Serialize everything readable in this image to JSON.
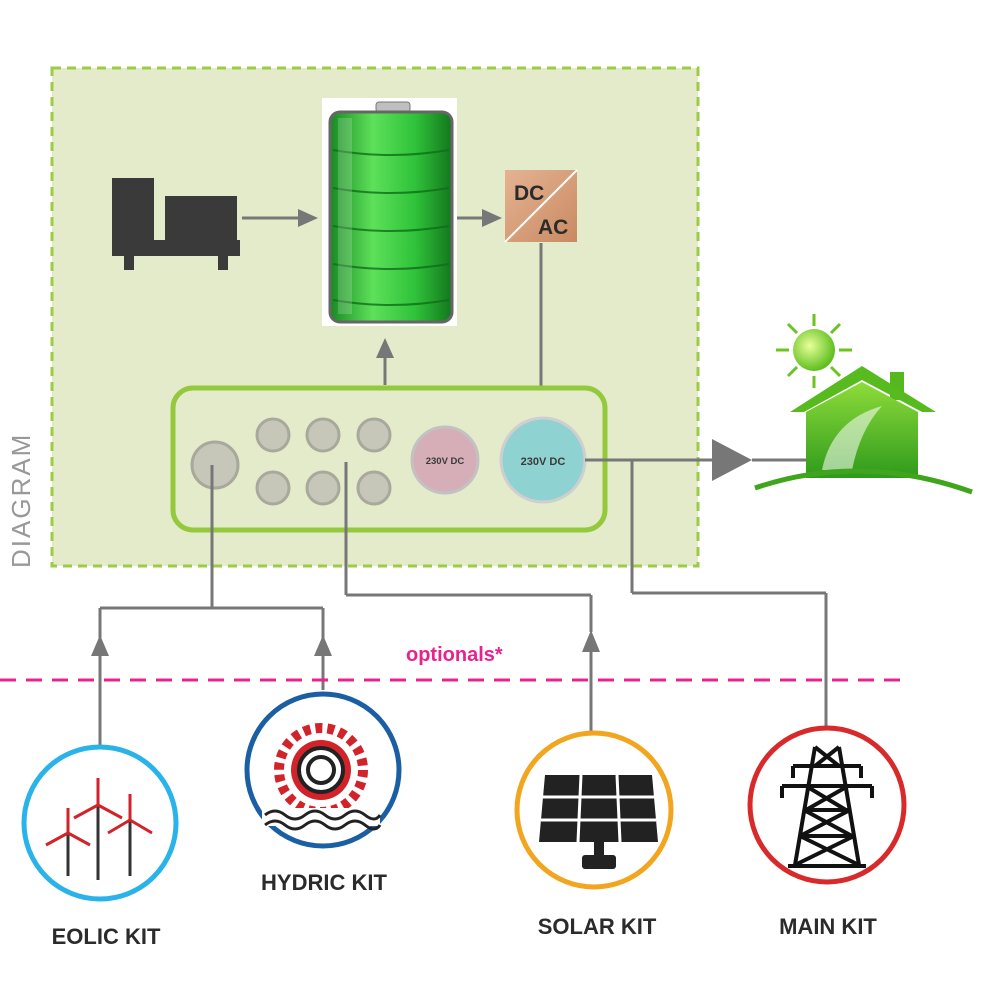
{
  "side_label": "DIAGRAM",
  "converter": {
    "top": "DC",
    "bottom": "AC"
  },
  "panel": {
    "port_a_label": "230V DC",
    "port_b_label": "230V DC"
  },
  "optional_label": "optionals*",
  "kits": [
    {
      "name": "EOLIC KIT",
      "ring_color": "#29b3e8",
      "icon": "wind-turbine-icon"
    },
    {
      "name": "HYDRIC KIT",
      "ring_color": "#1a5fa3",
      "icon": "water-wheel-icon"
    },
    {
      "name": "SOLAR KIT",
      "ring_color": "#f2a51f",
      "icon": "solar-panel-icon"
    },
    {
      "name": "MAIN KIT",
      "ring_color": "#d82a2a",
      "icon": "power-tower-icon"
    }
  ],
  "colors": {
    "zone_fill": "#e3ebca",
    "zone_border": "#9ccb47",
    "panel_border": "#94c83d",
    "line": "#777777",
    "dashed_line": "#e8238f",
    "battery": "#2fc23a",
    "converter": "#dba582",
    "port_pink": "#d6aeb8",
    "port_teal": "#8fd2d2"
  }
}
